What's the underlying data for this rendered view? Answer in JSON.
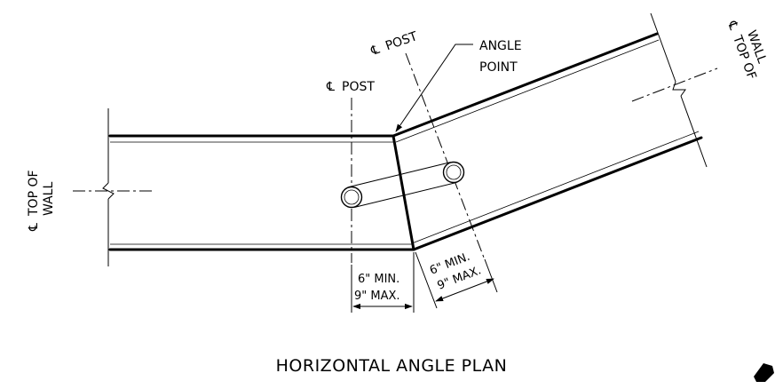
{
  "labels": {
    "cl_symbol": "℄",
    "cl_post_left": "POST",
    "cl_post_right": "POST",
    "angle_point_line1": "ANGLE",
    "angle_point_line2": "POINT",
    "left_wall_line1": "TOP OF",
    "left_wall_line2": "WALL",
    "right_wall_line1": "TOP OF",
    "right_wall_line2": "WALL",
    "dim_left_min": "6\" MIN.",
    "dim_left_max": "9\" MAX.",
    "dim_right_min": "6\" MIN.",
    "dim_right_max": "9\" MAX.",
    "title": "HORIZONTAL ANGLE PLAN"
  }
}
